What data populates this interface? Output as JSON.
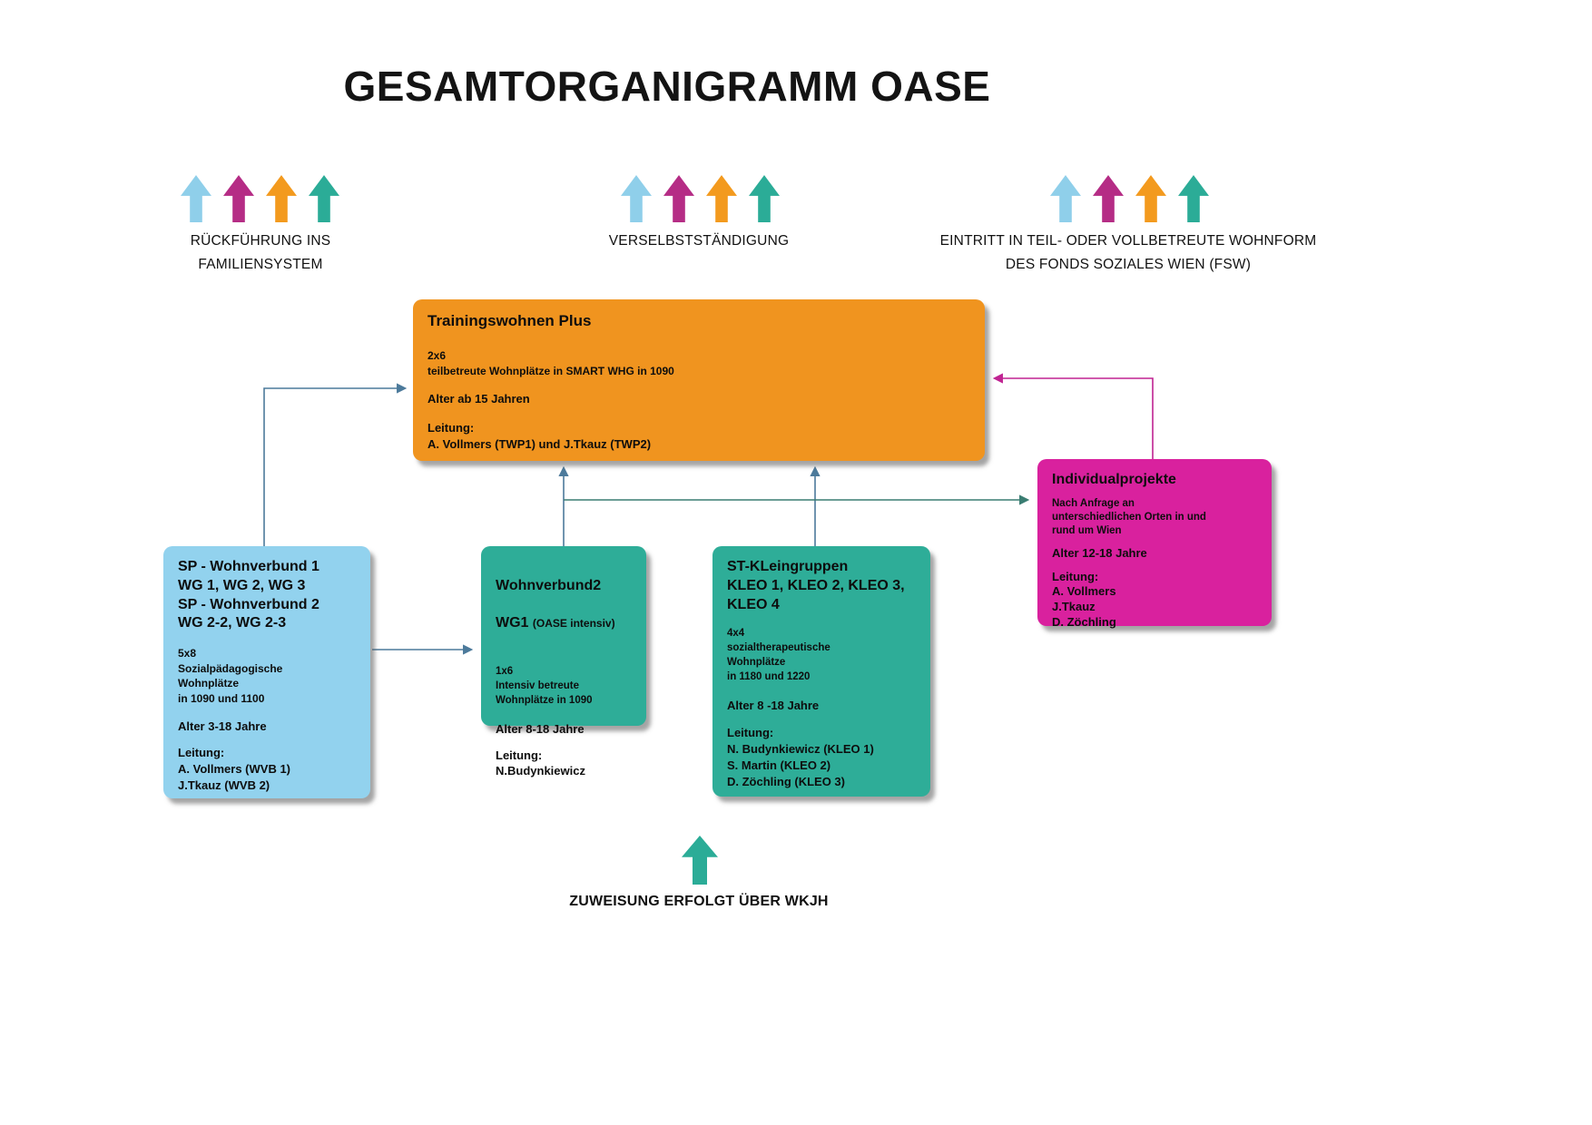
{
  "title": "GESAMTORGANIGRAMM OASE",
  "palette": {
    "arrow_light_blue": "#8FCFEA",
    "arrow_magenta": "#B52C85",
    "arrow_orange": "#F39A1E",
    "arrow_teal": "#2BAC97",
    "line_slate": "#4C7A9B",
    "line_teal": "#3A7D72",
    "line_magenta": "#C02392"
  },
  "flows": {
    "left": {
      "label": "RÜCKFÜHRUNG INS\nFAMILIENSYSTEM"
    },
    "center": {
      "label": "VERSELBSTSTÄNDIGUNG"
    },
    "right": {
      "label": "EINTRITT IN TEIL- ODER VOLLBETREUTE WOHNFORM\nDES FONDS SOZIALES WIEN (FSW)"
    }
  },
  "bottom_flow": {
    "label": "ZUWEISUNG ERFOLGT ÜBER WKJH"
  },
  "boxes": {
    "trainingswohnen": {
      "color": "#F0941F",
      "title": "Trainingswohnen Plus",
      "capacity": "2x6\nteilbetreute Wohnplätze in SMART WHG in 1090",
      "age": "Alter ab 15 Jahren",
      "leitung": "Leitung:\nA. Vollmers (TWP1) und J.Tkauz (TWP2)"
    },
    "sp_wohnverbund": {
      "color": "#92D2EE",
      "title": "SP - Wohnverbund 1\nWG 1, WG 2, WG 3\nSP - Wohnverbund 2\nWG 2-2, WG 2-3",
      "capacity": "5x8\nSozialpädagogische\nWohnplätze\nin 1090 und 1100",
      "age": "Alter 3-18 Jahre",
      "leitung": "Leitung:\nA. Vollmers (WVB 1)\nJ.Tkauz (WVB 2)"
    },
    "wohnverbund2": {
      "color": "#2EAD98",
      "title_line1": "Wohnverbund2",
      "title_line2": "WG1",
      "title_suffix": "(OASE intensiv)",
      "capacity": "1x6\nIntensiv betreute\nWohnplätze in 1090",
      "age": "Alter 8-18 Jahre",
      "leitung": "Leitung:\nN.Budynkiewicz"
    },
    "st_kleingruppen": {
      "color": "#2EAD98",
      "title": "ST-KLeingruppen\nKLEO 1, KLEO 2, KLEO 3,\nKLEO 4",
      "capacity": "4x4\nsozialtherapeutische\nWohnplätze\nin 1180 und 1220",
      "age": "Alter 8 -18 Jahre",
      "leitung": "Leitung:\nN. Budynkiewicz (KLEO 1)\nS. Martin (KLEO 2)\nD. Zöchling (KLEO 3)"
    },
    "individualprojekte": {
      "color": "#D9219E",
      "title": "Individualprojekte",
      "capacity": "Nach Anfrage an\nunterschiedlichen Orten in und\nrund um Wien",
      "age": "Alter 12-18 Jahre",
      "leitung": "Leitung:\nA. Vollmers\nJ.Tkauz\nD. Zöchling"
    }
  }
}
